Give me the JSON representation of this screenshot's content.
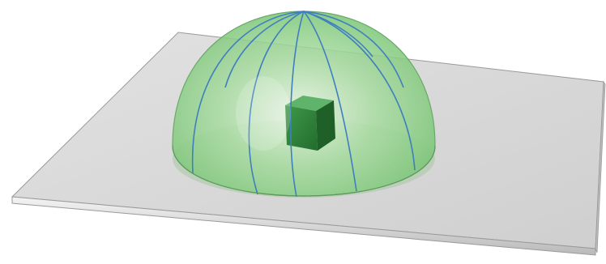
{
  "scene": {
    "objects": [
      {
        "name": "ground-plate",
        "shape": "square-plate",
        "color": "#d9d9d9"
      },
      {
        "name": "hemisphere-dome",
        "shape": "hemisphere",
        "color": "#8ed08a",
        "meridian_color": "#3f7fbf",
        "transparent": true
      },
      {
        "name": "inner-cube",
        "shape": "cube",
        "color": "#2f8a3d"
      }
    ],
    "meridian_count": 8
  }
}
